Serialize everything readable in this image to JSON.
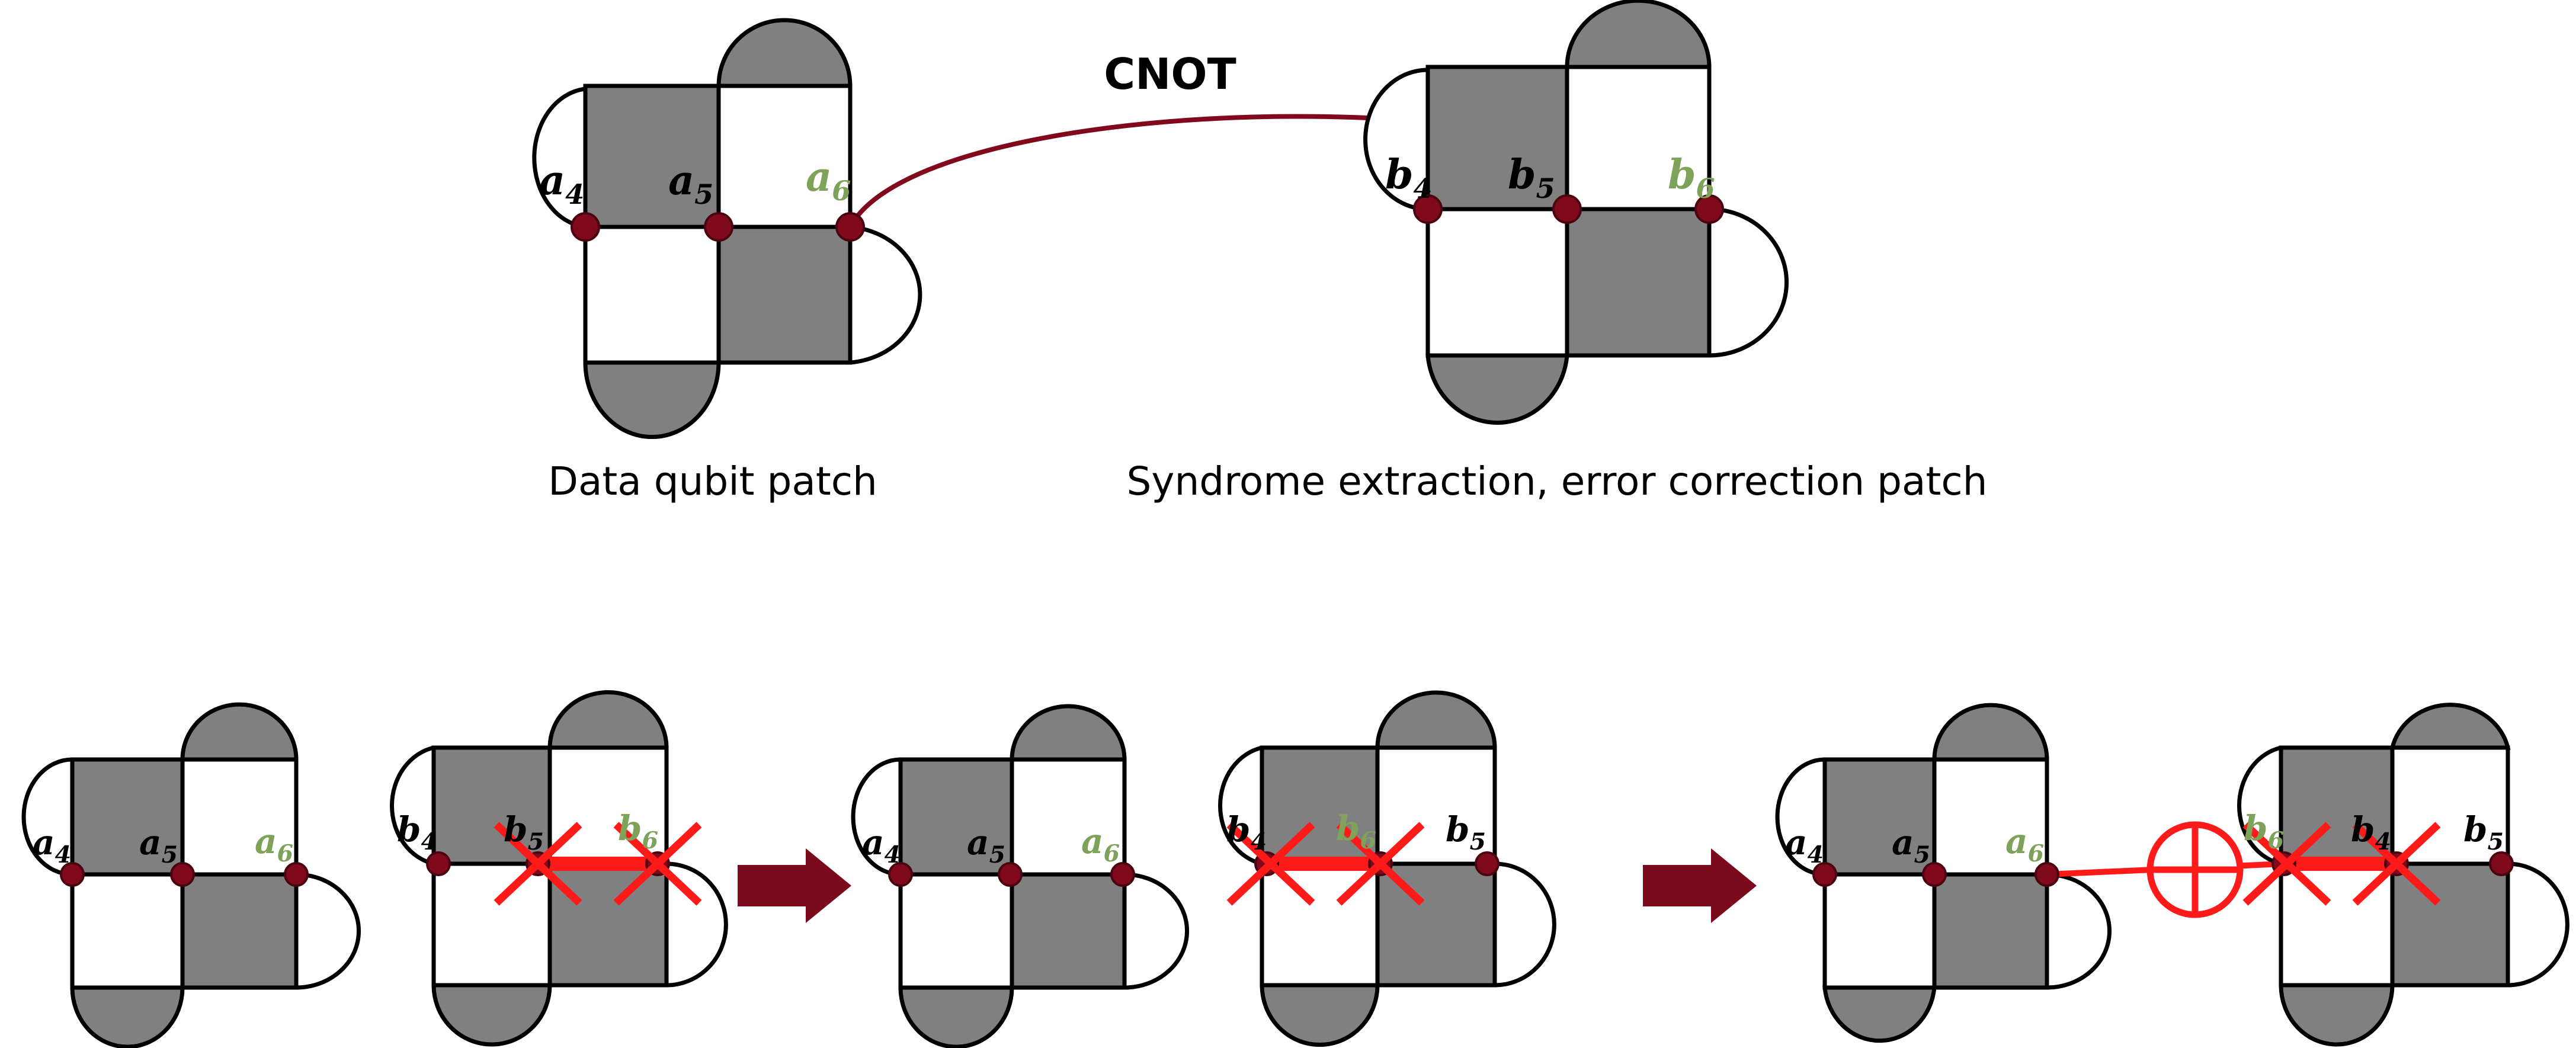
{
  "colors": {
    "stabilizer_dark": "#808080",
    "stabilizer_light": "#ffffff",
    "qubit_node": "#800a1c",
    "cnot_link": "#800a1c",
    "swap_mark": "#ff1a1a",
    "highlight_label": "#7ea25a",
    "step_arrow": "#7a0a1c"
  },
  "top": {
    "cnot_label": "CNOT",
    "captions": {
      "data_patch": "Data qubit patch",
      "ancilla_patch": "Syndrome extraction, error correction patch"
    }
  },
  "labels": {
    "a": {
      "base": "a",
      "subs": [
        "4",
        "5",
        "6"
      ]
    },
    "b": {
      "base": "b",
      "subs": [
        "4",
        "5",
        "6"
      ]
    }
  },
  "steps": [
    {
      "name": "initial",
      "b_order": [
        "4",
        "5",
        "6"
      ],
      "swaps": "b5-b6"
    },
    {
      "name": "after-first-swap",
      "b_order": [
        "4",
        "6",
        "5"
      ],
      "swaps": "b4-b6"
    },
    {
      "name": "after-second-swap",
      "b_order": [
        "6",
        "4",
        "5"
      ],
      "swaps": "b6-b4",
      "cnot": "a6-b6"
    }
  ],
  "icons": [
    "step-arrow-icon",
    "swap-cross-icon",
    "cnot-target-icon"
  ]
}
